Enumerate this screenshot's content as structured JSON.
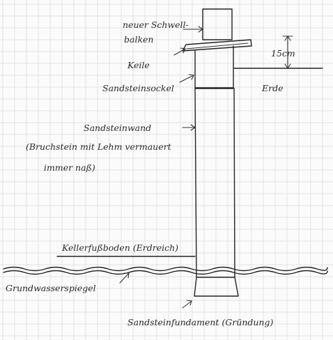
{
  "labels": {
    "neuer_schwellbalken_1": "neuer Schwell-",
    "neuer_schwellbalken_2": "balken",
    "keile": "Keile",
    "sandsteinsockel": "Sandsteinsockel",
    "measure": "15cm",
    "erde": "Erde",
    "sandsteinwand": "Sandsteinwand",
    "bruchstein_1": "(Bruchstein mit Lehm vermauert",
    "bruchstein_2": "immer naß)",
    "kellerfussboden": "Kellerfußboden (Erdreich)",
    "grundwasserspiegel": "Grundwasserspiegel",
    "sandsteinfundament": "Sandsteinfundament (Gründung)"
  },
  "colors": {
    "ink": "#222222",
    "grid": "#e3e3e3",
    "paper": "#fbfbfb"
  }
}
